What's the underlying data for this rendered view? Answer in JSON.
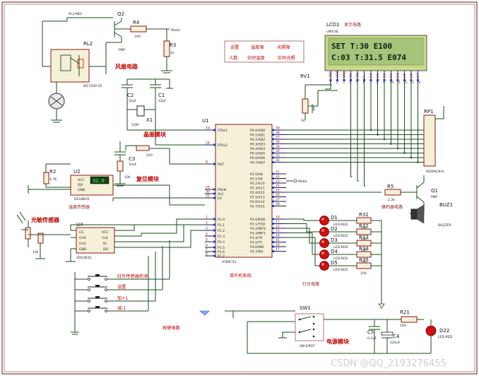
{
  "sections": {
    "fan_circuit": "风扇电路",
    "crystal_module": "晶振模块",
    "reset_module": "复位模块",
    "temp_sensor": "温度传感器",
    "light_sensor": "光敏传感器",
    "mcu_system": "单片机系统",
    "buzzer_circuit": "蜂鸣器电路",
    "lamp_circuit": "灯光电路",
    "key_circuit": "按键电路",
    "power_module": "电源模块",
    "display_circuit": "显示电路"
  },
  "menu_box": {
    "row1": [
      "设置",
      "温度限",
      "光照限"
    ],
    "row2": [
      "人数",
      "实时温度",
      "实时光照"
    ]
  },
  "lcd": {
    "ref": "LCD1",
    "part": "LM016L",
    "line1": "SET  T:30   E100",
    "line2": "C:03 T:31.5 E074",
    "pins": [
      "VSS",
      "VDD",
      "VEE",
      "RS",
      "RW",
      "E",
      "D0",
      "D1",
      "D2",
      "D3",
      "D4",
      "D5",
      "D6",
      "D7"
    ],
    "pin_numbers": [
      "1",
      "2",
      "3",
      "4",
      "5",
      "6",
      "7",
      "8",
      "9",
      "10",
      "11",
      "12",
      "13",
      "14"
    ]
  },
  "mcu": {
    "ref": "U1",
    "part": "AT89C52",
    "left_pins": [
      {
        "num": "19",
        "name": "XTAL1"
      },
      {
        "num": "18",
        "name": "XTAL2"
      },
      {
        "num": "9",
        "name": "RST"
      },
      {
        "num": "29",
        "name": "PSEN"
      },
      {
        "num": "30",
        "name": "ALE"
      },
      {
        "num": "31",
        "name": "EA"
      },
      {
        "num": "1",
        "name": "P1.0"
      },
      {
        "num": "2",
        "name": "P1.1"
      },
      {
        "num": "3",
        "name": "P1.2"
      },
      {
        "num": "4",
        "name": "P1.3"
      },
      {
        "num": "5",
        "name": "P1.4"
      },
      {
        "num": "6",
        "name": "P1.5"
      },
      {
        "num": "7",
        "name": "P1.6"
      },
      {
        "num": "8",
        "name": "P1.7"
      }
    ],
    "right_pins": [
      {
        "num": "39",
        "name": "P0.0/AD0"
      },
      {
        "num": "38",
        "name": "P0.1/AD1"
      },
      {
        "num": "37",
        "name": "P0.2/AD2"
      },
      {
        "num": "36",
        "name": "P0.3/AD3"
      },
      {
        "num": "35",
        "name": "P0.4/AD4"
      },
      {
        "num": "34",
        "name": "P0.5/AD5"
      },
      {
        "num": "33",
        "name": "P0.6/AD6"
      },
      {
        "num": "32",
        "name": "P0.7/AD7"
      },
      {
        "num": "21",
        "name": "P2.0/A8"
      },
      {
        "num": "22",
        "name": "P2.1/A9"
      },
      {
        "num": "23",
        "name": "P2.2/A10"
      },
      {
        "num": "24",
        "name": "P2.3/A11"
      },
      {
        "num": "25",
        "name": "P2.4/A12"
      },
      {
        "num": "26",
        "name": "P2.5/A13"
      },
      {
        "num": "27",
        "name": "P2.6/A14"
      },
      {
        "num": "28",
        "name": "P2.7/A15"
      },
      {
        "num": "10",
        "name": "P3.0/RXD"
      },
      {
        "num": "11",
        "name": "P3.1/TXD"
      },
      {
        "num": "12",
        "name": "P3.2/INT0"
      },
      {
        "num": "13",
        "name": "P3.3/INT1"
      },
      {
        "num": "14",
        "name": "P3.4/T0"
      },
      {
        "num": "15",
        "name": "P3.5/T1"
      },
      {
        "num": "16",
        "name": "P3.6/WR"
      },
      {
        "num": "17",
        "name": "P3.7/RD"
      }
    ]
  },
  "components": {
    "q2": {
      "ref": "Q2",
      "type": "PNP"
    },
    "rl2": {
      "ref": "RL2",
      "part": "W1720P-35",
      "net": "RL2(NO)"
    },
    "r4": {
      "ref": "R4",
      "value": "100"
    },
    "r3": {
      "ref": "R3",
      "value": "1k"
    },
    "motor": "Motor",
    "c2": {
      "ref": "C2",
      "value": "22pf"
    },
    "c1": {
      "ref": "C1",
      "value": "22pf"
    },
    "x1": {
      "ref": "X1",
      "value": "12M"
    },
    "c3": {
      "ref": "C3",
      "value": "10uF"
    },
    "r_reset": "220",
    "r_reset2": "10k",
    "rv1": {
      "ref": "RV1",
      "value": "1k"
    },
    "rp1": {
      "ref": "RP1",
      "part": "RESPACK-8"
    },
    "r2": {
      "ref": "R2",
      "value": "4.7K"
    },
    "u2": {
      "ref": "U2",
      "part": "DS18B20",
      "reading": "32.0",
      "pins": [
        "VCC",
        "DQ",
        "GND"
      ]
    },
    "u4": {
      "ref": "U4",
      "part": "ADC0832",
      "pins_left": [
        "CS",
        "CH0",
        "CH1",
        "GND"
      ],
      "pins_right": [
        "VCC",
        "CLK",
        "DI",
        "DO"
      ]
    },
    "r_light": "10k",
    "r5": {
      "ref": "R5",
      "value": "2.2k"
    },
    "q1": {
      "ref": "Q1",
      "type": "PNP"
    },
    "buz1": {
      "ref": "BUZ1",
      "part": "BUZZER"
    },
    "leds": [
      {
        "ref": "D1",
        "part": "LED-RED"
      },
      {
        "ref": "D2",
        "part": "LED-RED"
      },
      {
        "ref": "D3",
        "part": "LED-RED"
      },
      {
        "ref": "D4",
        "part": "LED-RED"
      },
      {
        "ref": "D5",
        "part": "LED-RED"
      }
    ],
    "led_resistors": [
      {
        "ref": "R31",
        "value": "100"
      },
      {
        "ref": "R32",
        "value": "100"
      },
      {
        "ref": "R33",
        "value": "100"
      },
      {
        "ref": "R34",
        "value": "100"
      },
      {
        "ref": "R35",
        "value": "100"
      }
    ],
    "keys": [
      "红外传感器检测",
      "设置",
      "加+1",
      "减-1"
    ],
    "sw1": {
      "ref": "SW1",
      "part": "SW-DPDT"
    },
    "c5": {
      "ref": "C5",
      "value": "0.1uF"
    },
    "c4": {
      "ref": "C4",
      "value": "220uF"
    },
    "r21": {
      "ref": "R21",
      "value": "100"
    },
    "d22": {
      "ref": "D22",
      "part": "LED-RED"
    }
  },
  "watermark": "CSDN @QQ_2193276455",
  "colors": {
    "wire": "#1a4d1a",
    "part_border": "#8b1a1a",
    "part_fill": "#f5f0d8",
    "label_red": "#c00000",
    "lcd_bg": "#a6c47a",
    "led_red": "#d01010",
    "pin_blue": "#1d3fd6"
  }
}
